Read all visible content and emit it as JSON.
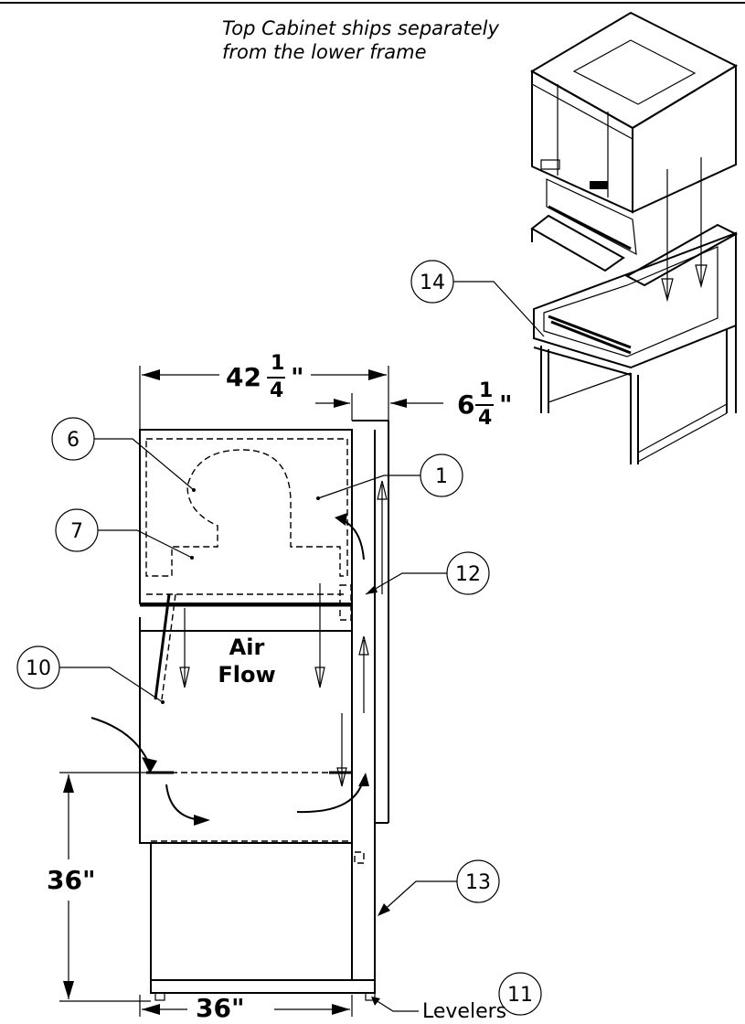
{
  "note": {
    "line1": "Top Cabinet ships separately",
    "line2": "from the lower frame"
  },
  "dimensions": {
    "width_whole": "42",
    "width_frac_num": "1",
    "width_frac_den": "4",
    "width_unit": "\"",
    "depth_whole": "6",
    "depth_frac_num": "1",
    "depth_frac_den": "4",
    "depth_unit": "\"",
    "height": "36\"",
    "base_width": "36\""
  },
  "airflow": {
    "line1": "Air",
    "line2": "Flow"
  },
  "callouts": {
    "c1": "1",
    "c6": "6",
    "c7": "7",
    "c10": "10",
    "c11": "11",
    "c12": "12",
    "c13": "13",
    "c14": "14"
  },
  "levelers": "Levelers"
}
